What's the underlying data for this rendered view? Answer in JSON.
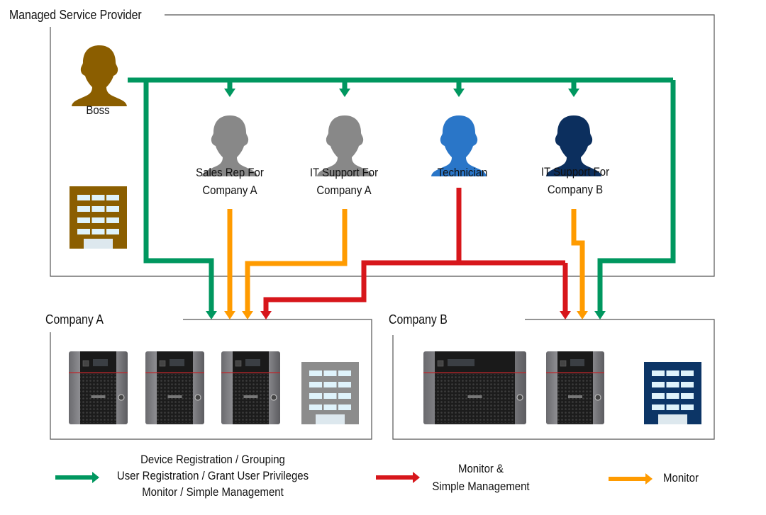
{
  "groups": {
    "msp": {
      "title": "Managed Service Provider"
    },
    "company_a": {
      "title": "Company A"
    },
    "company_b": {
      "title": "Company B"
    }
  },
  "people": [
    {
      "id": "boss",
      "label_lines": [
        "Boss"
      ],
      "color": "#8B5E00"
    },
    {
      "id": "sales-rep-a",
      "label_lines": [
        "Sales Rep For",
        "Company A"
      ],
      "color": "#888888"
    },
    {
      "id": "it-support-a",
      "label_lines": [
        "IT Support For",
        "Company A"
      ],
      "color": "#888888"
    },
    {
      "id": "technician",
      "label_lines": [
        "Technician"
      ],
      "color": "#2A76C8"
    },
    {
      "id": "it-support-b",
      "label_lines": [
        "IT Support For",
        "Company B"
      ],
      "color": "#0C2F5E"
    }
  ],
  "buildings": [
    {
      "id": "msp-building",
      "color": "#8B5E00"
    },
    {
      "id": "company-a-building",
      "color": "#8C8C8C"
    },
    {
      "id": "company-b-building",
      "color": "#0C3566"
    }
  ],
  "devices": {
    "company_a": [
      "NAS 4-bay",
      "NAS 4-bay",
      "NAS 4-bay"
    ],
    "company_b": [
      "NAS 8-bay",
      "NAS 4-bay"
    ]
  },
  "colors": {
    "green": "#00975F",
    "red": "#D7161B",
    "orange": "#FF9B00",
    "border": "#555555"
  },
  "legend": [
    {
      "color_key": "green",
      "lines": [
        "Device Registration / Grouping",
        "User Registration / Grant User Privileges",
        "Monitor / Simple Management"
      ]
    },
    {
      "color_key": "red",
      "lines": [
        "Monitor &",
        "Simple Management"
      ]
    },
    {
      "color_key": "orange",
      "lines": [
        "Monitor"
      ]
    }
  ]
}
